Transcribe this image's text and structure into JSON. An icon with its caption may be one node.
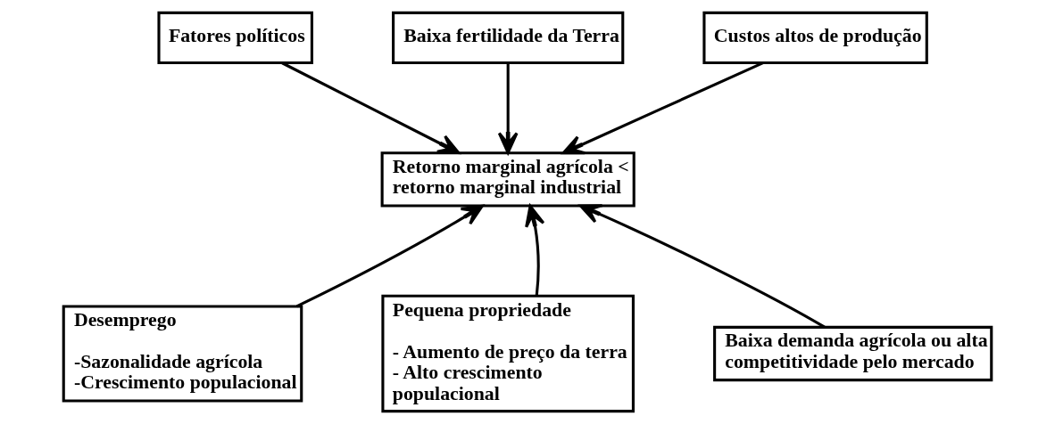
{
  "diagram": {
    "nodes": [
      {
        "text": [
          "Fatores políticos"
        ]
      },
      {
        "text": [
          "Baixa fertilidade da Terra"
        ]
      },
      {
        "text": [
          "Custos altos de produção"
        ]
      },
      {
        "text": [
          "Retorno marginal agrícola < retorno marginal industrial"
        ]
      },
      {
        "text": [
          "Desemprego",
          "-Sazonalidade agrícola",
          "-Crescimento populacional"
        ]
      },
      {
        "text": [
          "Pequena propriedade",
          "- Aumento de preço da terra",
          "- Alto crescimento populacional"
        ]
      },
      {
        "text": [
          "Baixa demanda agrícola ou alta competitividade pelo mercado"
        ]
      }
    ],
    "edges": [
      {
        "from": 0,
        "to": 3,
        "arrow": "to"
      },
      {
        "from": 1,
        "to": 3,
        "arrow": "to"
      },
      {
        "from": 2,
        "to": 3,
        "arrow": "to"
      },
      {
        "from": 4,
        "to": 3,
        "arrow": "to"
      },
      {
        "from": 5,
        "to": 3,
        "arrow": "to"
      },
      {
        "from": 6,
        "to": 3,
        "arrow": "to"
      }
    ]
  }
}
